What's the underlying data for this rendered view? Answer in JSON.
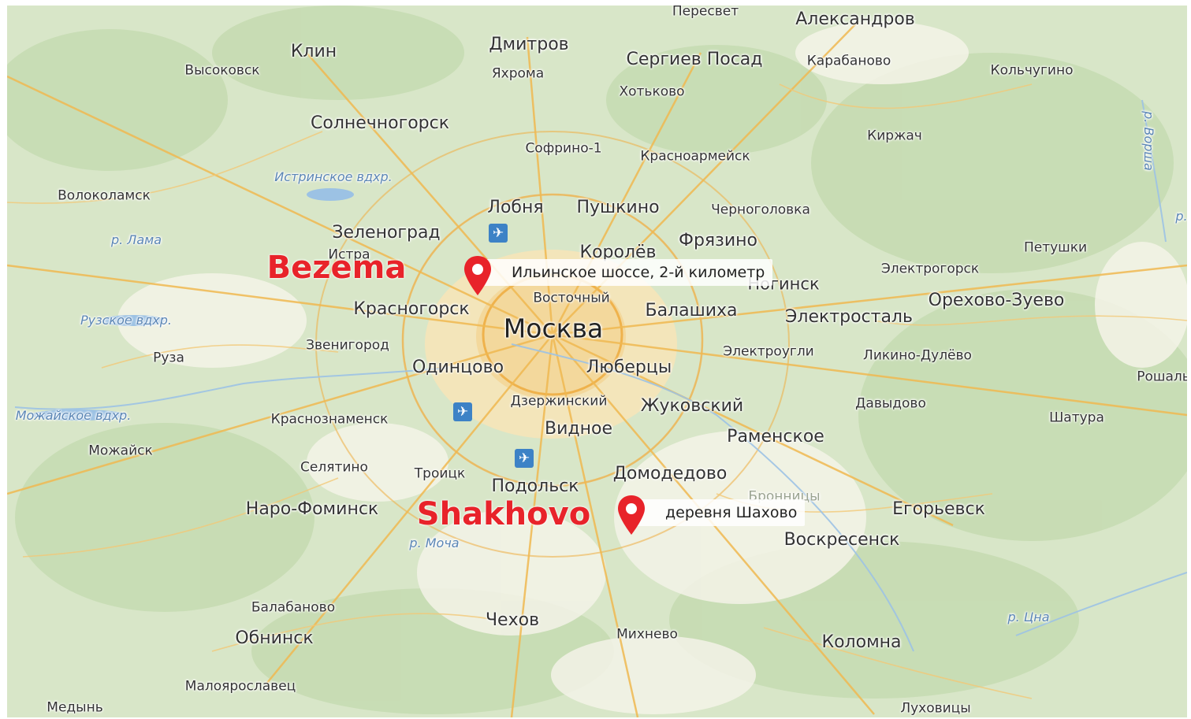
{
  "map": {
    "colors": {
      "forest": "#cfe0bd",
      "open": "#f7f6ee",
      "urban": "#f6e7c3",
      "road": "#f0b951",
      "water": "#9cc2e4",
      "accent": "#e8232a"
    },
    "cities": [
      "Пересвет",
      "Александров",
      "Клин",
      "Дмитров",
      "Сергиев Посад",
      "Карабаново",
      "Высоковск",
      "Яхрома",
      "Кольчугино",
      "Хотьково",
      "Солнечногорск",
      "Киржач",
      "Софрино-1",
      "Красноармейск",
      "Волоколамск",
      "Лобня",
      "Пушкино",
      "Черноголовка",
      "Зеленоград",
      "Фрязино",
      "Королёв",
      "Петушки",
      "Истра",
      "Ногинск",
      "Электрогорск",
      "Восточный",
      "Красногорск",
      "Москва",
      "Балашиха",
      "Электросталь",
      "Орехово-Зуево",
      "Звенигород",
      "Электроугли",
      "Руза",
      "Одинцово",
      "Люберцы",
      "Ликино-Дулёво",
      "Рошаль",
      "Дзержинский",
      "Жуковский",
      "Давыдово",
      "Шатура",
      "Краснознаменск",
      "Видное",
      "Раменское",
      "Можайск",
      "Селятино",
      "Троицк",
      "Домодедово",
      "Подольск",
      "Бронницы",
      "Наро-Фоминск",
      "Егорьевск",
      "Воскресенск",
      "Балабаново",
      "Чехов",
      "Обнинск",
      "Михнево",
      "Коломна",
      "Малоярославец",
      "Медынь",
      "Луховицы"
    ],
    "water_labels": [
      "Истринское вдхр.",
      "р. Лама",
      "Рузское вдхр.",
      "Можайское вдхр.",
      "р. Моча",
      "р. Цна",
      "р. Ворша",
      "р."
    ],
    "markers": [
      {
        "brand": "Bezema",
        "address": "Ильинское шоссе, 2-й километр",
        "icon": "map-pin-icon"
      },
      {
        "brand": "Shakhovo",
        "address": "деревня Шахово",
        "icon": "map-pin-icon"
      }
    ],
    "airports": [
      "airplane-icon",
      "airplane-icon",
      "airplane-icon"
    ]
  }
}
